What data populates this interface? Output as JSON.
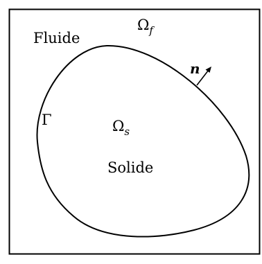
{
  "labels": {
    "fluid_region_word": "Fluide",
    "solid_region_word": "Solide",
    "fluid_domain": {
      "symbol": "Ω",
      "subscript": "f"
    },
    "solid_domain": {
      "symbol": "Ω",
      "subscript": "s"
    },
    "interface": "Γ",
    "normal_vector": "n"
  },
  "colors": {
    "stroke": "#000000",
    "background": "#ffffff"
  }
}
